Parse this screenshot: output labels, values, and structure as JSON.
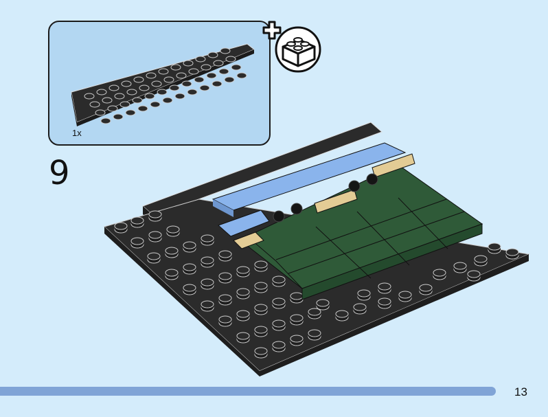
{
  "page": {
    "background": "#d4ecfb",
    "step_number": "9",
    "page_number": "13"
  },
  "parts_callout": {
    "background": "#b3d7f2",
    "parts": [
      {
        "name": "black 4x12 plate",
        "color": "#2b2b2b",
        "quantity": "1x"
      }
    ],
    "add_icon": "add-brick-icon"
  },
  "model": {
    "baseplate_color": "#2b2b2b",
    "tile_colors": {
      "green": "#2f5a38",
      "light_blue": "#8ab4ec",
      "tan": "#e3cc95",
      "black_rail": "#2b2b2b"
    }
  },
  "progress_bar": {
    "color": "#80a4d6",
    "percent": 91
  }
}
